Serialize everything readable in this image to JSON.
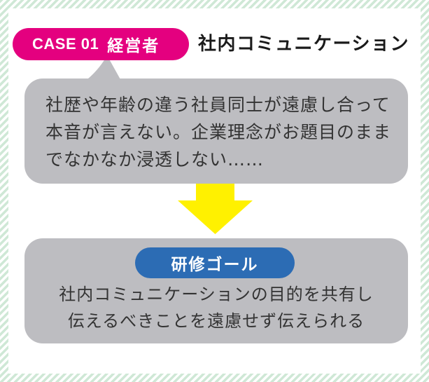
{
  "case": {
    "label": "CASE 01",
    "role": "経営者"
  },
  "title": "社内コミュニケーション",
  "problem": {
    "lines": [
      "社歴や年齢の違う社員同士が遠慮し合って",
      "本音が言えない。企業理念がお題目のまま",
      "でなかなか浸透しない……"
    ]
  },
  "goal": {
    "label": "研修ゴール",
    "lines": [
      "社内コミュニケーションの目的を共有し",
      "伝えるべきことを遠慮せず伝えられる"
    ]
  },
  "icons": {
    "arrow": "down-arrow-icon",
    "bubble_tail": "speech-bubble-tail"
  },
  "colors": {
    "case-badge": "#e4007f",
    "goal-badge": "#2c6cb4",
    "arrow": "#fff100",
    "box": "#bdbdc1",
    "stripe": "#cfe8d6"
  }
}
